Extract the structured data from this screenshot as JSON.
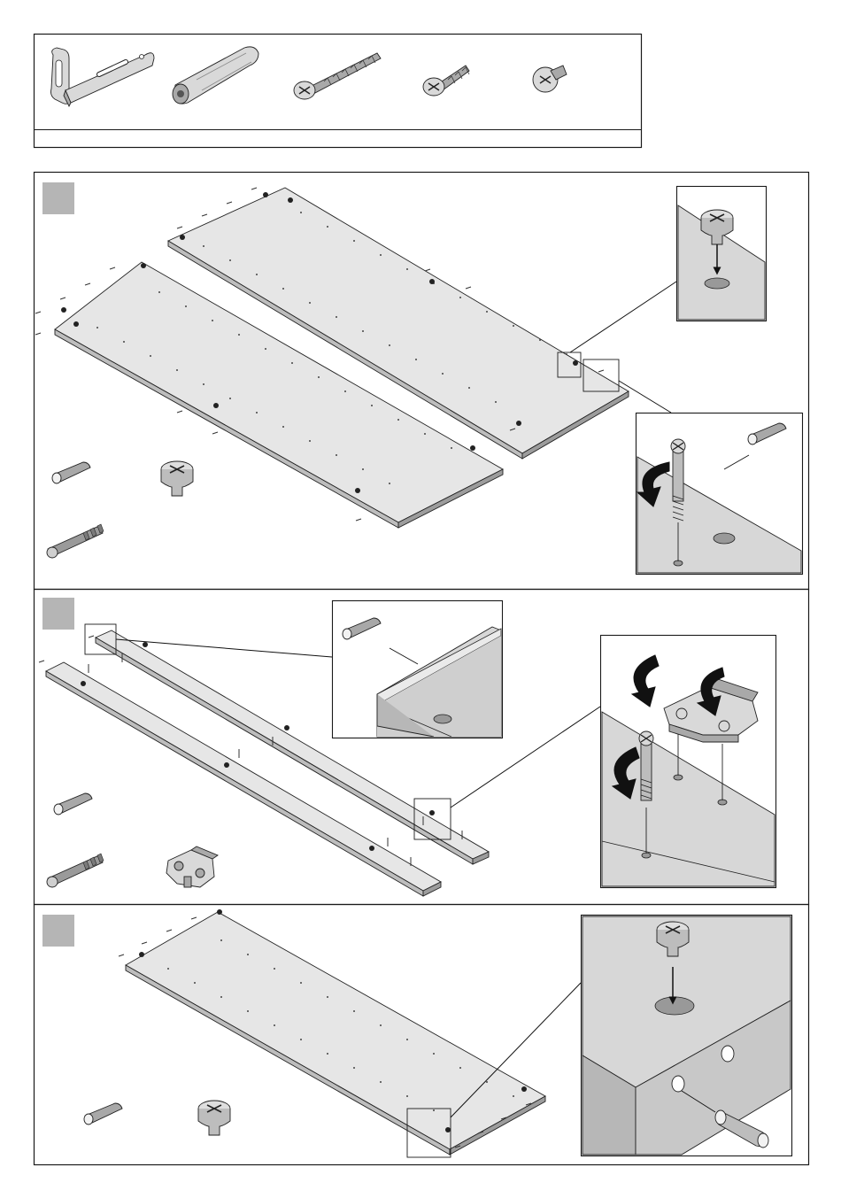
{
  "hardware_legend": {
    "items": [
      {
        "name": "angle-bracket-icon",
        "label": ""
      },
      {
        "name": "wall-plug-icon",
        "label": ""
      },
      {
        "name": "long-screw-icon",
        "label": ""
      },
      {
        "name": "short-screw-icon",
        "label": ""
      },
      {
        "name": "cam-bolt-icon",
        "label": ""
      }
    ],
    "caption": ""
  },
  "steps": [
    {
      "id": "step-1",
      "number": "",
      "parts": [
        "dowel-icon",
        "cam-lock-icon",
        "cam-bolt-screw-icon"
      ]
    },
    {
      "id": "step-2",
      "number": "",
      "parts": [
        "dowel-icon",
        "cam-bolt-screw-icon",
        "hinge-plate-icon"
      ]
    },
    {
      "id": "step-3",
      "number": "",
      "parts": [
        "dowel-icon",
        "cam-lock-icon"
      ]
    }
  ],
  "colors": {
    "badge": "#b5b5b5",
    "panel": "#e6e6e6",
    "edge": "#bdbdbd"
  }
}
